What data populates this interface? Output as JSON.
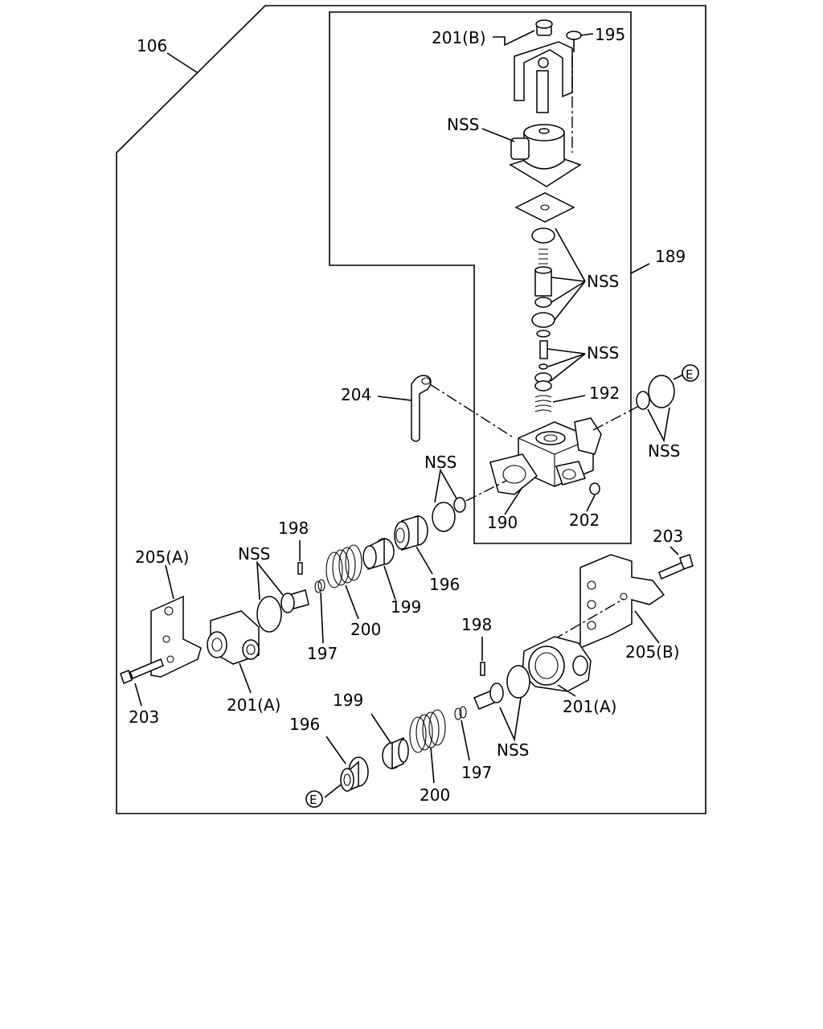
{
  "labels": {
    "l106": "106",
    "l201b": "201(B)",
    "l195": "195",
    "nss1": "NSS",
    "l189": "189",
    "nss2": "NSS",
    "nss3": "NSS",
    "l204": "204",
    "l192": "192",
    "e1": "E",
    "nss4": "NSS",
    "nss5": "NSS",
    "l190": "190",
    "l202": "202",
    "l198a": "198",
    "l205a": "205(A)",
    "nss6": "NSS",
    "l196a": "196",
    "l199a": "199",
    "l200a": "200",
    "l197a": "197",
    "l203a": "203",
    "l205b": "205(B)",
    "l201a1": "201(A)",
    "l203b": "203",
    "l198b": "198",
    "l201a2": "201(A)",
    "l199b": "199",
    "l196b": "196",
    "nss7": "NSS",
    "l197b": "197",
    "l200b": "200",
    "e2": "E"
  }
}
